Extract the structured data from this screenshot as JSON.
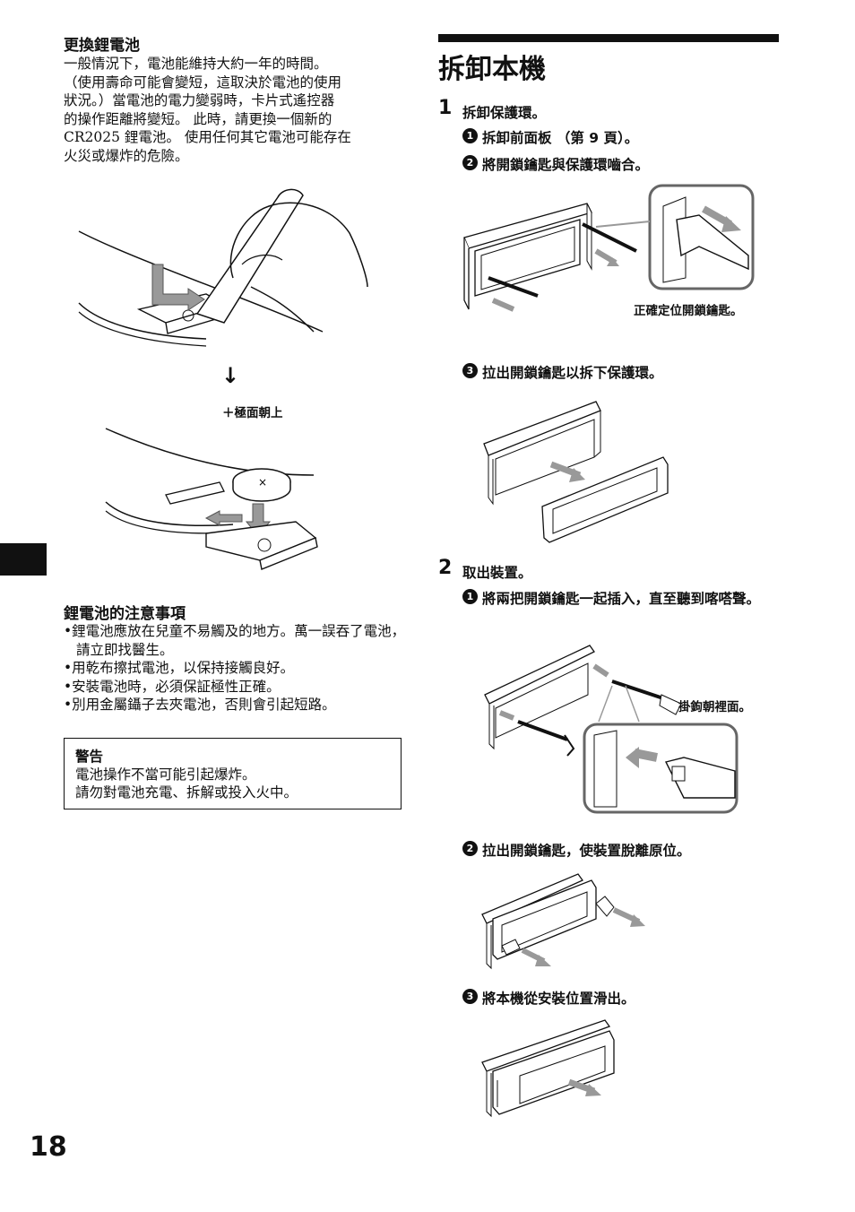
{
  "left": {
    "battery_title": "更換鋰電池",
    "battery_body": [
      "一般情況下，電池能維持大約一年的時間。",
      "（使用壽命可能會變短，這取決於電池的使用",
      "狀況。）當電池的電力變弱時，卡片式遙控器",
      "的操作距離將變短。 此時，請更換一個新的",
      "CR2025 鋰電池。 使用任何其它電池可能存在",
      "火災或爆炸的危險。"
    ],
    "arrow_glyph": "↓",
    "plus_label": "＋極面朝上",
    "coin_mark": "×",
    "notes_title": "鋰電池的注意事項",
    "notes": [
      "•鋰電池應放在兒童不易觸及的地方。萬一誤吞了電池，請立即找醫生。",
      "•用乾布擦拭電池，以保持接觸良好。",
      "•安裝電池時，必須保証極性正確。",
      "•別用金屬鑷子去夾電池，否則會引起短路。"
    ],
    "warning_title": "警告",
    "warning_lines": [
      "電池操作不當可能引起爆炸。",
      "請勿對電池充電、拆解或投入火中。"
    ]
  },
  "right": {
    "section_title": "拆卸本機",
    "step1": {
      "num": "1",
      "title": "拆卸保護環。",
      "sub1_num": "1",
      "sub1": "拆卸前面板 （第 9 頁）。",
      "sub2_num": "2",
      "sub2": "將開鎖鑰匙與保護環嚙合。",
      "caption1": "正確定位開鎖鑰匙。",
      "sub3_num": "3",
      "sub3": "拉出開鎖鑰匙以拆下保護環。"
    },
    "step2": {
      "num": "2",
      "title": "取出裝置。",
      "sub1_num": "1",
      "sub1": "將兩把開鎖鑰匙一起插入，直至聽到喀嗒聲。",
      "caption1": "掛鉤朝裡面。",
      "sub2_num": "2",
      "sub2": "拉出開鎖鑰匙，使裝置脫離原位。",
      "sub3_num": "3",
      "sub3": "將本機從安裝位置滑出。"
    }
  },
  "page_number": "18"
}
